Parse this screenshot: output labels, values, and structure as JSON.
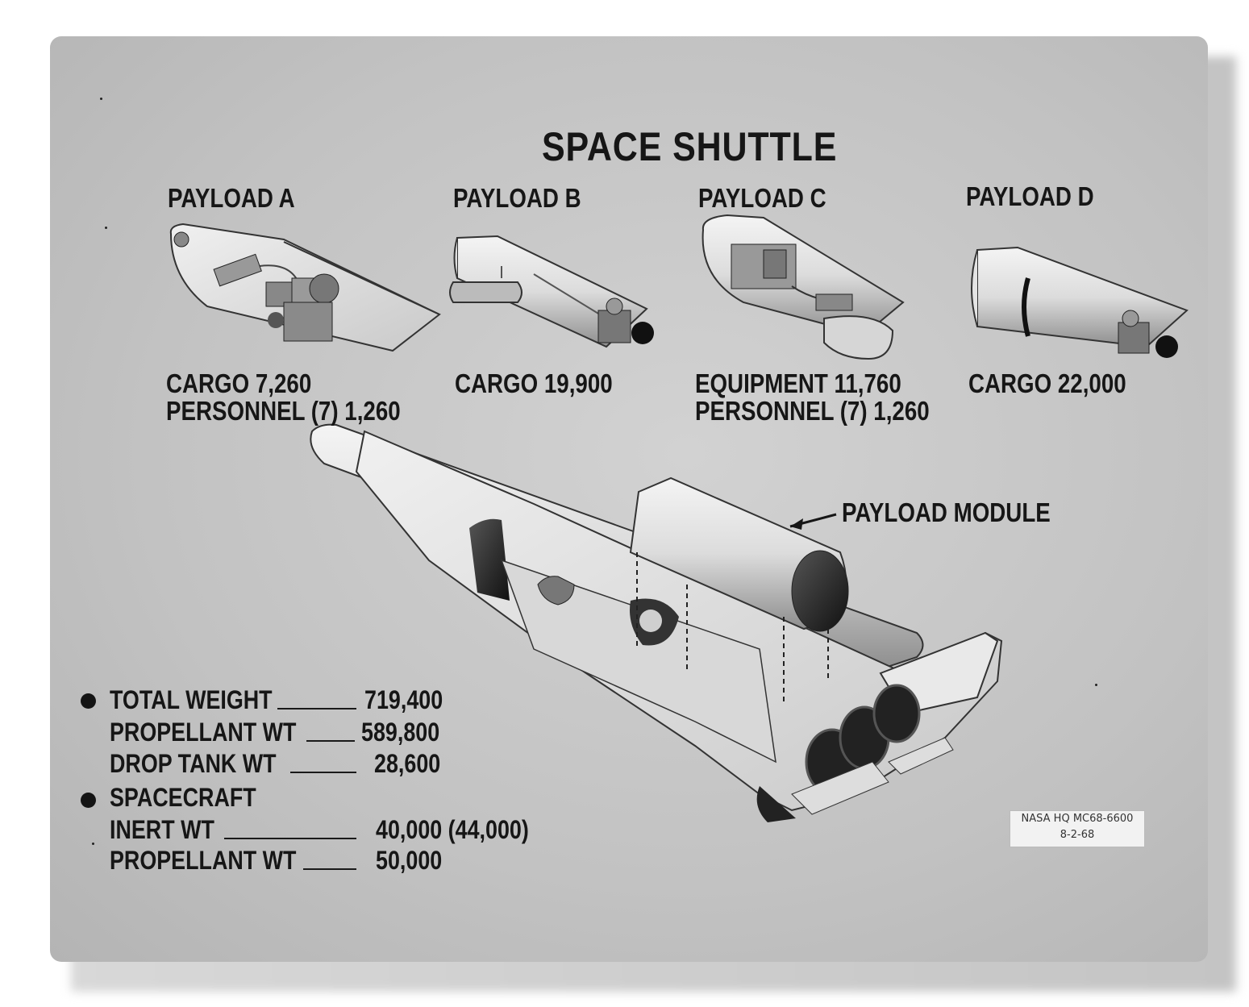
{
  "title": "SPACE SHUTTLE",
  "payloads": [
    {
      "label": "PAYLOAD A",
      "line1": "CARGO 7,260",
      "line2": "PERSONNEL (7) 1,260"
    },
    {
      "label": "PAYLOAD B",
      "line1": "CARGO 19,900",
      "line2": ""
    },
    {
      "label": "PAYLOAD C",
      "line1": "EQUIPMENT 11,760",
      "line2": "PERSONNEL (7) 1,260"
    },
    {
      "label": "PAYLOAD D",
      "line1": "CARGO 22,000",
      "line2": ""
    }
  ],
  "callout": "PAYLOAD MODULE",
  "weights": [
    {
      "label": "TOTAL WEIGHT",
      "value": "719,400",
      "bullet": true
    },
    {
      "label": "PROPELLANT WT",
      "value": "589,800",
      "bullet": false
    },
    {
      "label": "DROP TANK WT",
      "value": "28,600",
      "bullet": false
    },
    {
      "label": "SPACECRAFT",
      "value": "",
      "bullet": true
    },
    {
      "label": "INERT WT",
      "value": "40,000 (44,000)",
      "bullet": false
    },
    {
      "label": "PROPELLANT WT",
      "value": "50,000",
      "bullet": false
    }
  ],
  "stamp": {
    "line1": "NASA HQ MC68-6600",
    "line2": "8-2-68"
  },
  "colors": {
    "paper": "#c8c8c8",
    "ink": "#161616",
    "metal": "#e6e6e6",
    "shade": "#2a2a2a"
  }
}
